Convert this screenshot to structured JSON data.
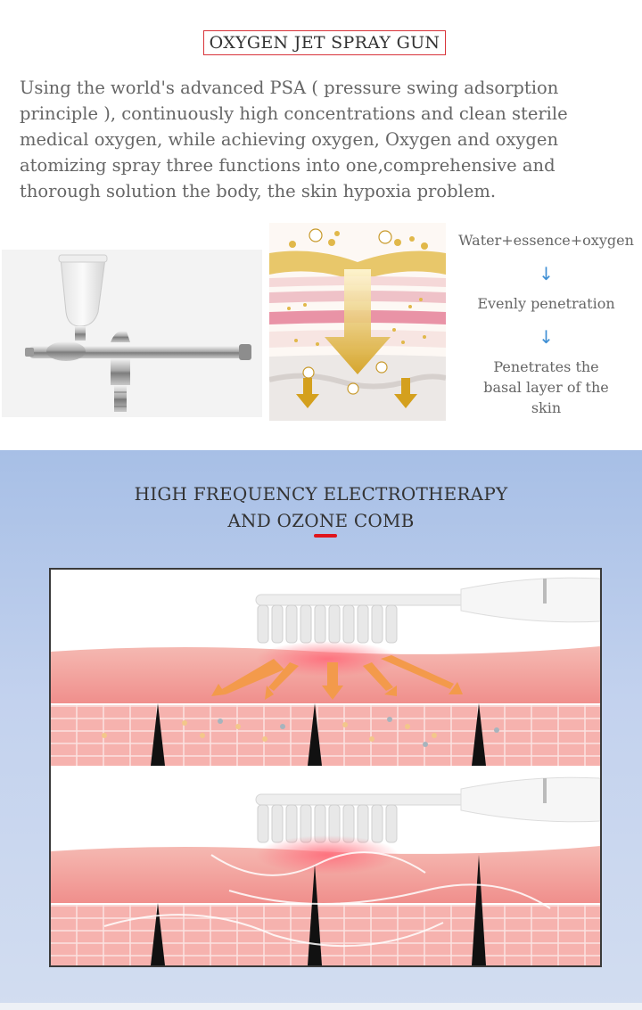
{
  "oxygen_section": {
    "title": "OXYGEN JET SPRAY GUN",
    "description": "Using the world's advanced PSA ( pressure swing adsorption principle ), continuously high concentrations and clean sterile medical oxygen, while achieving oxygen, Oxygen and oxygen atomizing spray three functions into one,comprehensive and thorough solution the body, the skin hypoxia problem.",
    "steps": [
      {
        "label": "Water+essence+oxygen"
      },
      {
        "label": "Evenly penetration"
      },
      {
        "label": "Penetrates the basal layer of the skin"
      }
    ],
    "arrow_glyph": "↓",
    "accent_color": "#d8343a",
    "arrow_color": "#3f8fd4"
  },
  "electro_section": {
    "title_line1": "HIGH FREQUENCY ELECTROTHERAPY",
    "title_line2": "AND OZONE COMB",
    "accent_color": "#e0151c",
    "background_color": "#b7cae9"
  },
  "icons": {
    "o2_bubble": "o2-bubble-icon"
  }
}
